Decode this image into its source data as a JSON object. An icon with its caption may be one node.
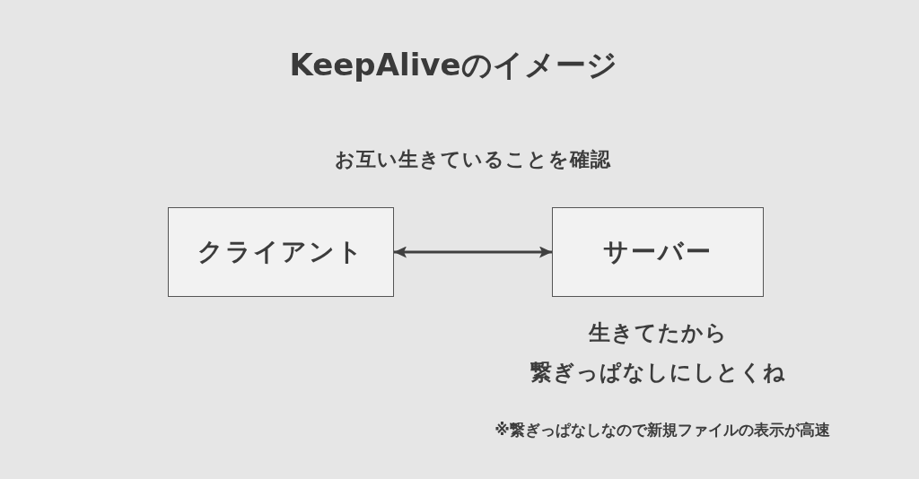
{
  "diagram": {
    "title": "KeepAliveのイメージ",
    "nodes": [
      {
        "text": [
          "クライアント"
        ]
      },
      {
        "text": [
          "サーバー"
        ],
        "beside": [
          "生きてたから",
          "繋ぎっぱなしにしとくね"
        ]
      }
    ],
    "edges": [
      {
        "from": 0,
        "to": 1,
        "arrow": "both",
        "label": "お互い生きていることを確認"
      }
    ],
    "labels": [
      "※繋ぎっぱなしなので新規ファイルの表示が高速"
    ]
  }
}
